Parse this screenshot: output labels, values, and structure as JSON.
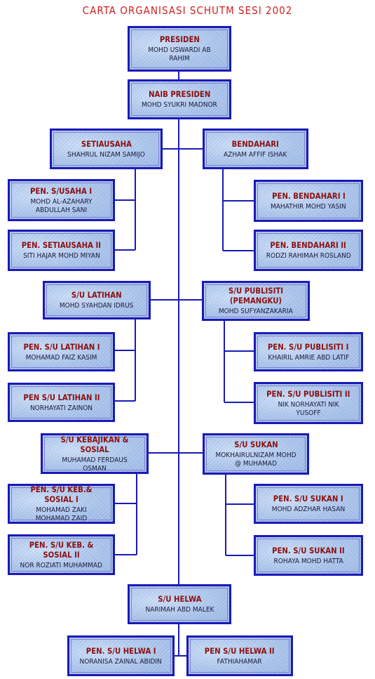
{
  "title": "CARTA ORGANISASI SCHUTM SESI 2002",
  "presiden": {
    "role": "PRESIDEN",
    "name": "MOHD USWARDI AB RAHIM"
  },
  "naib_presiden": {
    "role": "NAIB PRESIDEN",
    "name": "MOHD SYUKRI MADNOR"
  },
  "setiausaha": {
    "role": "SETIAUSAHA",
    "name": "SHAHRUL NIZAM SAMIJO"
  },
  "bendahari": {
    "role": "BENDAHARI",
    "name": "AZHAM AFFIF ISHAK"
  },
  "pen_usaha_1": {
    "role": "PEN.   S/USAHA I",
    "name": "MOHD AL-AZAHARY ABDULLAH SANI"
  },
  "pen_setiausaha_2": {
    "role": "PEN. SETIAUSAHA II",
    "name": "SITI HAJAR MOHD MIYAN"
  },
  "pen_bendahari_1": {
    "role": "PEN. BENDAHARI I",
    "name": "MAHATHIR MOHD YASIN"
  },
  "pen_bendahari_2": {
    "role": "PEN. BENDAHARI II",
    "name": "RODZI RAHIMAH ROSLAND"
  },
  "su_latihan": {
    "role": "S/U LATIHAN",
    "name": "MOHD SYAHDAN IDRUS"
  },
  "su_publisiti": {
    "role": "S/U PUBLISITI (PEMANGKU)",
    "name": "MOHD SUFYANZAKARIA"
  },
  "pen_latihan_1": {
    "role": "PEN. S/U LATIHAN I",
    "name": "MOHAMAD FAIZ KASIM"
  },
  "pen_latihan_2": {
    "role": "PEN S/U LATIHAN II",
    "name": "NORHAYATI ZAINON"
  },
  "pen_publisiti_1": {
    "role": "PEN. S/U PUBLISITI I",
    "name": "KHAIRIL AMRIE ABD LATIF"
  },
  "pen_publisiti_2": {
    "role": "PEN. S/U PUBLISITI II",
    "name": "NIK NORHAYATI NIK YUSOFF"
  },
  "su_kebajikan": {
    "role": "S/U KEBAJIKAN & SOSIAL",
    "name": "MUHAMAD FERDAUS OSMAN"
  },
  "su_sukan": {
    "role": "S/U SUKAN",
    "name": "MOKHAIRULNIZAM MOHD @ MUHAMAD"
  },
  "pen_keb_1": {
    "role": "PEN. S/U KEB.& SOSIAL I",
    "name": "MOHAMAD ZAKI MOHAMAD ZAID"
  },
  "pen_keb_2": {
    "role": "PEN. S/U KEB. & SOSIAL II",
    "name": "NOR ROZIATI MUHAMMAD"
  },
  "pen_sukan_1": {
    "role": "PEN.  S/U SUKAN I",
    "name": "MOHD ADZHAR HASAN"
  },
  "pen_sukan_2": {
    "role": "PEN. S/U SUKAN II",
    "name": "ROHAYA MOHD HATTA"
  },
  "su_helwa": {
    "role": "S/U HELWA",
    "name": "NARIMAH ABD MALEK"
  },
  "pen_helwa_1": {
    "role": "PEN. S/U HELWA I",
    "name": "NORANISA ZAINAL ABIDIN"
  },
  "pen_helwa_2": {
    "role": "PEN S/U HELWA II",
    "name": "FATHIAHAMAR"
  }
}
